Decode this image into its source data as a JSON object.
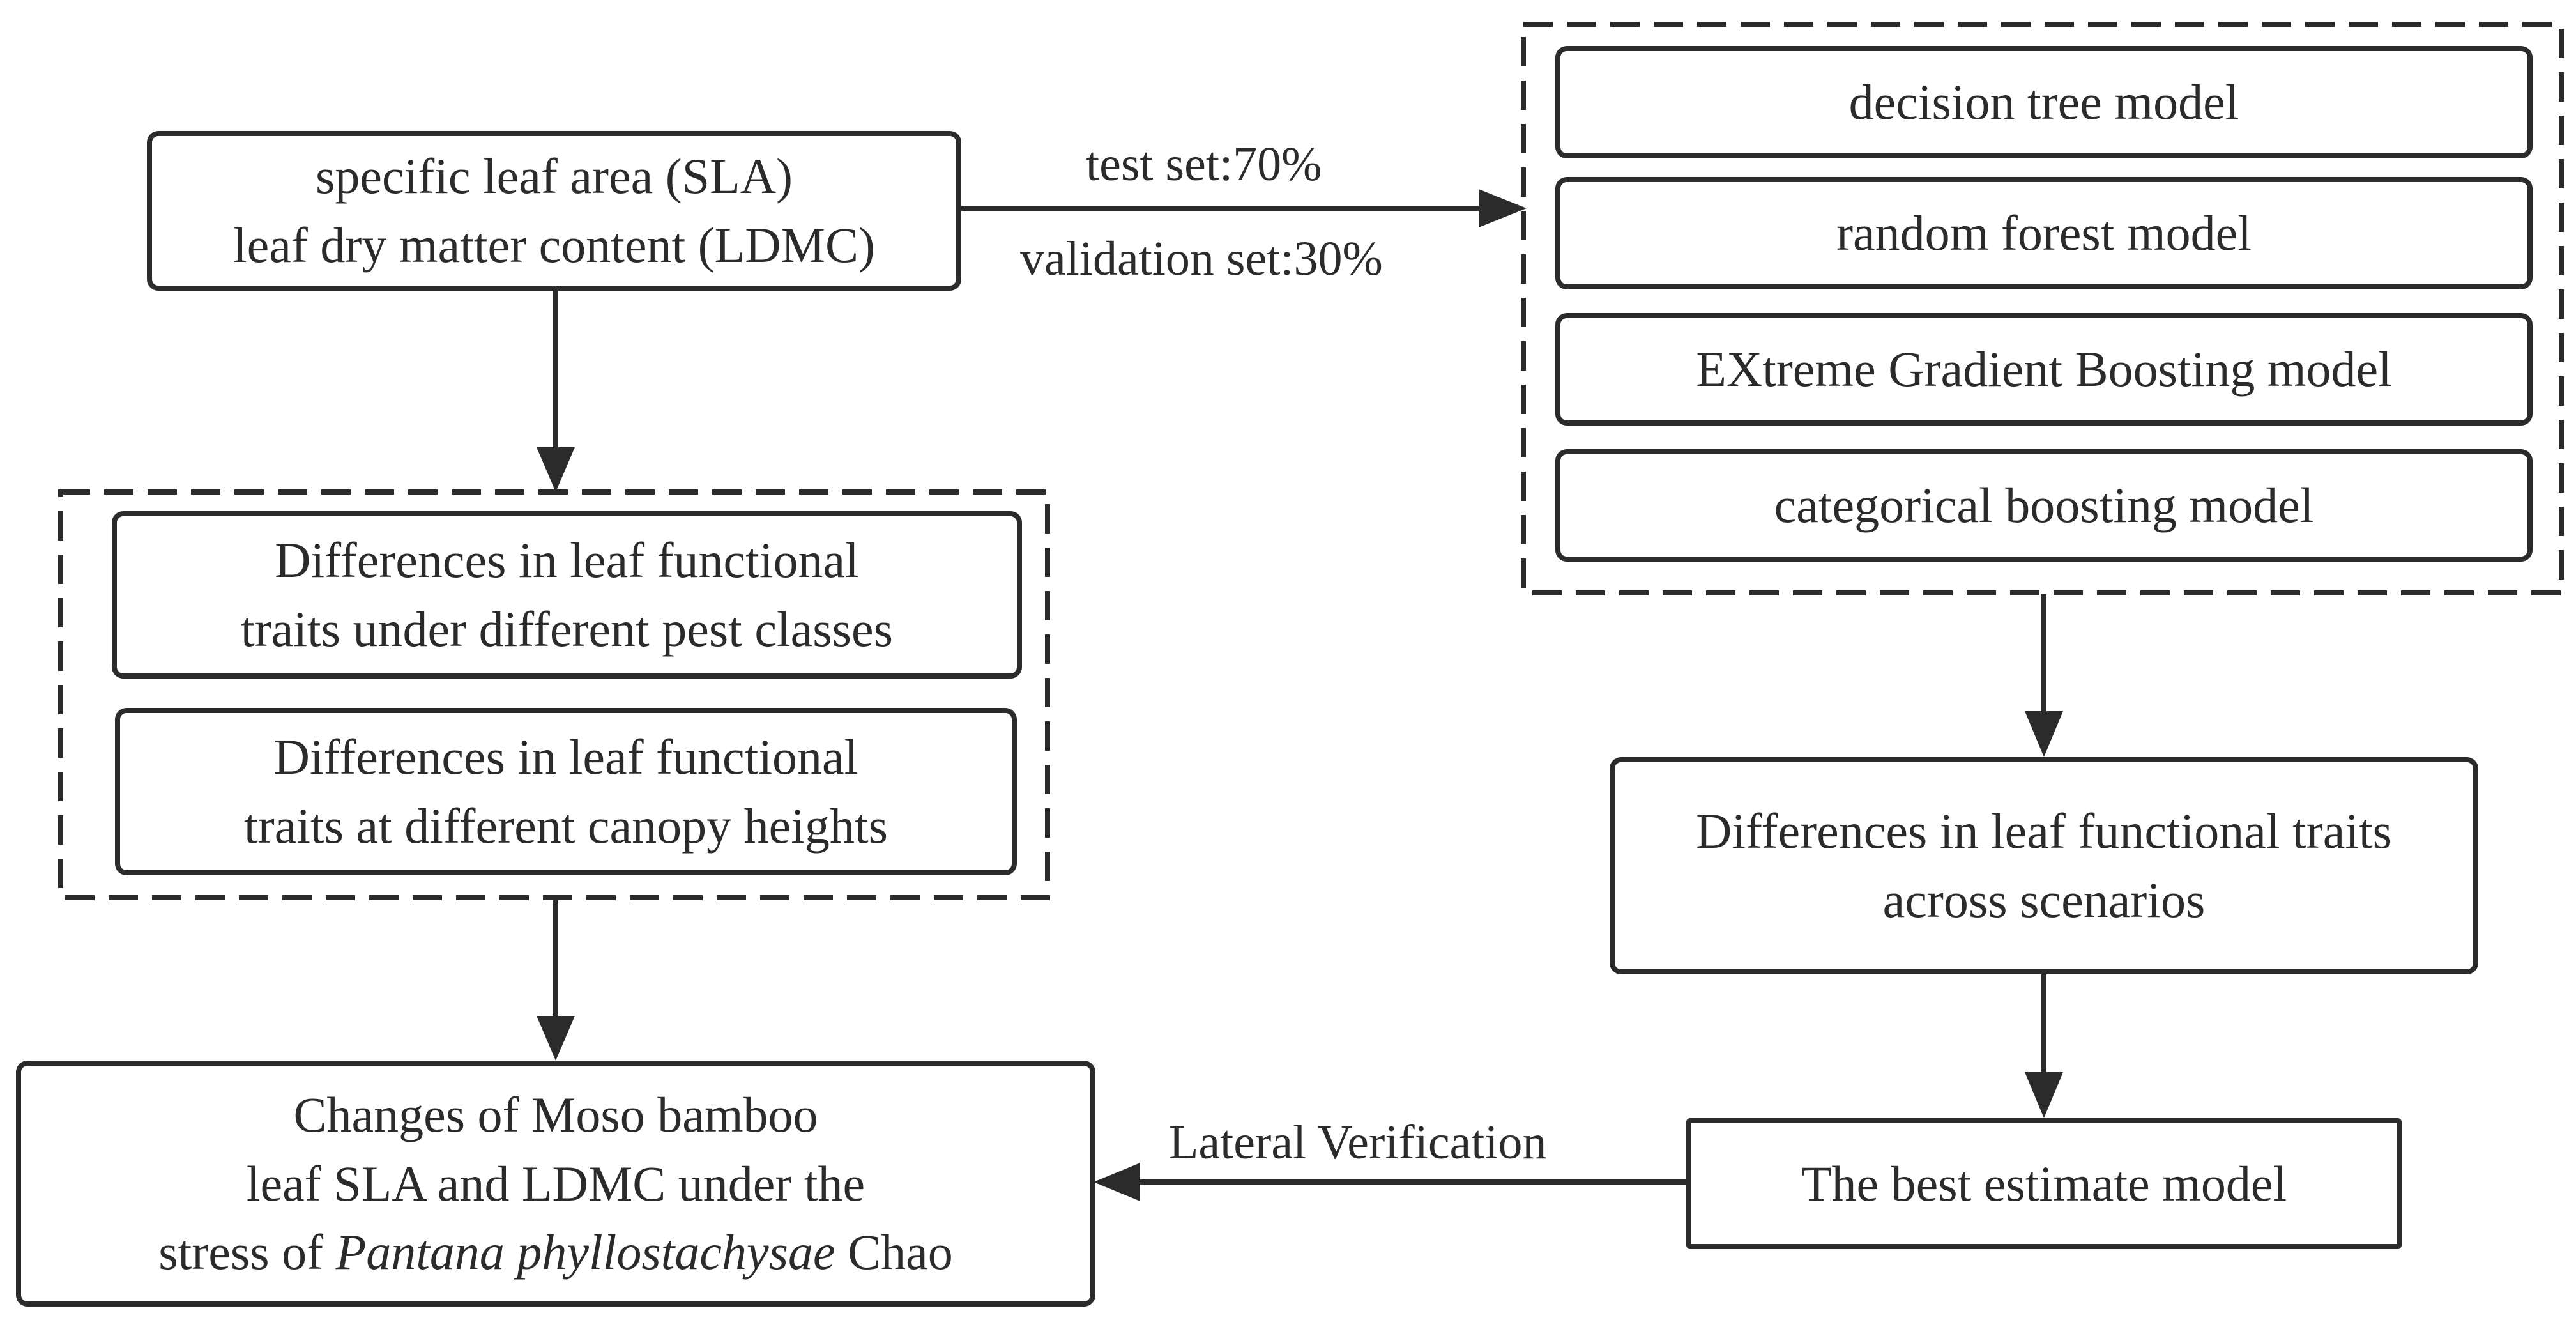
{
  "input_box": {
    "line1": "specific leaf area (SLA)",
    "line2": "leaf dry matter content (LDMC)"
  },
  "split": {
    "test_label": "test set:70%",
    "validation_label": "validation set:30%"
  },
  "models": [
    {
      "label": "decision tree model"
    },
    {
      "label": "random forest model"
    },
    {
      "label": "EXtreme Gradient Boosting model"
    },
    {
      "label": "categorical boosting model"
    }
  ],
  "differences": {
    "pest_line1": "Differences in leaf functional",
    "pest_line2": "traits under different pest classes",
    "canopy_line1": "Differences in leaf functional",
    "canopy_line2": "traits at different canopy heights"
  },
  "scenarios_box": {
    "line1": "Differences in leaf functional traits",
    "line2": "across scenarios"
  },
  "best_model": {
    "label": "The best estimate model"
  },
  "lateral_label": "Lateral Verification",
  "changes_box": {
    "line1": "Changes of Moso bamboo",
    "line2": "leaf SLA and LDMC under the",
    "line3_prefix": "stress of ",
    "line3_italic": "Pantana phyllostachysae",
    "line3_suffix": " Chao"
  }
}
